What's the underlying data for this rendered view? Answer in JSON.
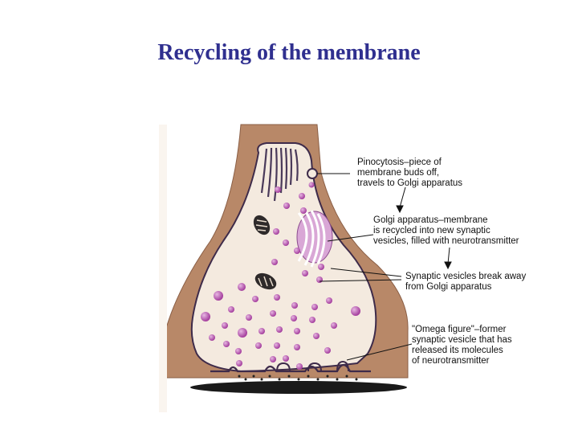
{
  "slide": {
    "title": "Recycling of the membrane"
  },
  "diagram": {
    "colors": {
      "terminal_wall": "#b88868",
      "cytoplasm": "#f4eadf",
      "membrane": "#3e2b4a",
      "vesicle": "#a43d9d",
      "golgi": "#d9a7d6",
      "cleft": "#1a1a1a"
    },
    "labels": {
      "pinocytosis": [
        "Pinocytosis–piece of",
        "membrane buds off,",
        "travels to Golgi apparatus"
      ],
      "golgi": [
        "Golgi apparatus–membrane",
        "is recycled into new synaptic",
        "vesicles, filled with neurotransmitter"
      ],
      "breakaway": [
        "Synaptic vesicles break away",
        "from Golgi apparatus"
      ],
      "omega": [
        "\"Omega figure\"–former",
        "synaptic vesicle that has",
        "released its molecules",
        "of neurotransmitter"
      ]
    }
  }
}
